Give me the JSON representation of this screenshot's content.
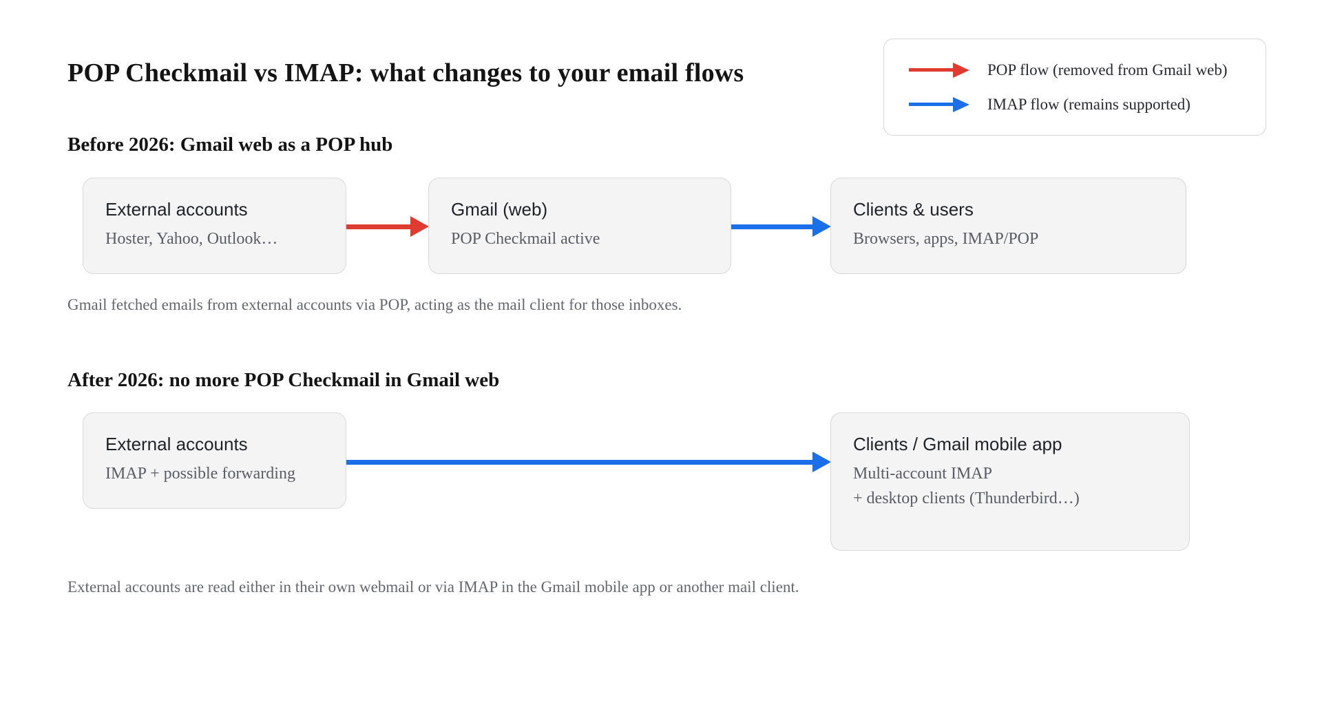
{
  "colors": {
    "pop_red": "#e03b30",
    "imap_blue": "#1b6fe8"
  },
  "title": "POP Checkmail vs IMAP: what changes to your email flows",
  "legend": {
    "items": [
      {
        "label": "POP flow (removed from Gmail web)",
        "arrow": "red-arrow"
      },
      {
        "label": "IMAP flow (remains supported)",
        "arrow": "blue-arrow"
      }
    ]
  },
  "sections": [
    {
      "heading": "Before 2026: Gmail web as a POP hub",
      "nodes": [
        {
          "title": "External accounts",
          "subtitle": "Hoster, Yahoo, Outlook…"
        },
        {
          "title": "Gmail (web)",
          "subtitle": "POP Checkmail active"
        },
        {
          "title": "Clients & users",
          "subtitle": "Browsers, apps, IMAP/POP"
        }
      ],
      "caption": "Gmail fetched emails from external accounts via POP, acting as the mail client for those inboxes."
    },
    {
      "heading": "After 2026: no more POP Checkmail in Gmail web",
      "nodes": [
        {
          "title": "External accounts",
          "subtitle": "IMAP + possible forwarding"
        },
        {
          "title": "Clients / Gmail mobile app",
          "subtitle": "Multi-account IMAP",
          "subtitle2": "+ desktop clients (Thunderbird…)"
        }
      ],
      "caption": "External accounts are read either in their own webmail or via IMAP in the Gmail mobile app or another mail client."
    }
  ]
}
